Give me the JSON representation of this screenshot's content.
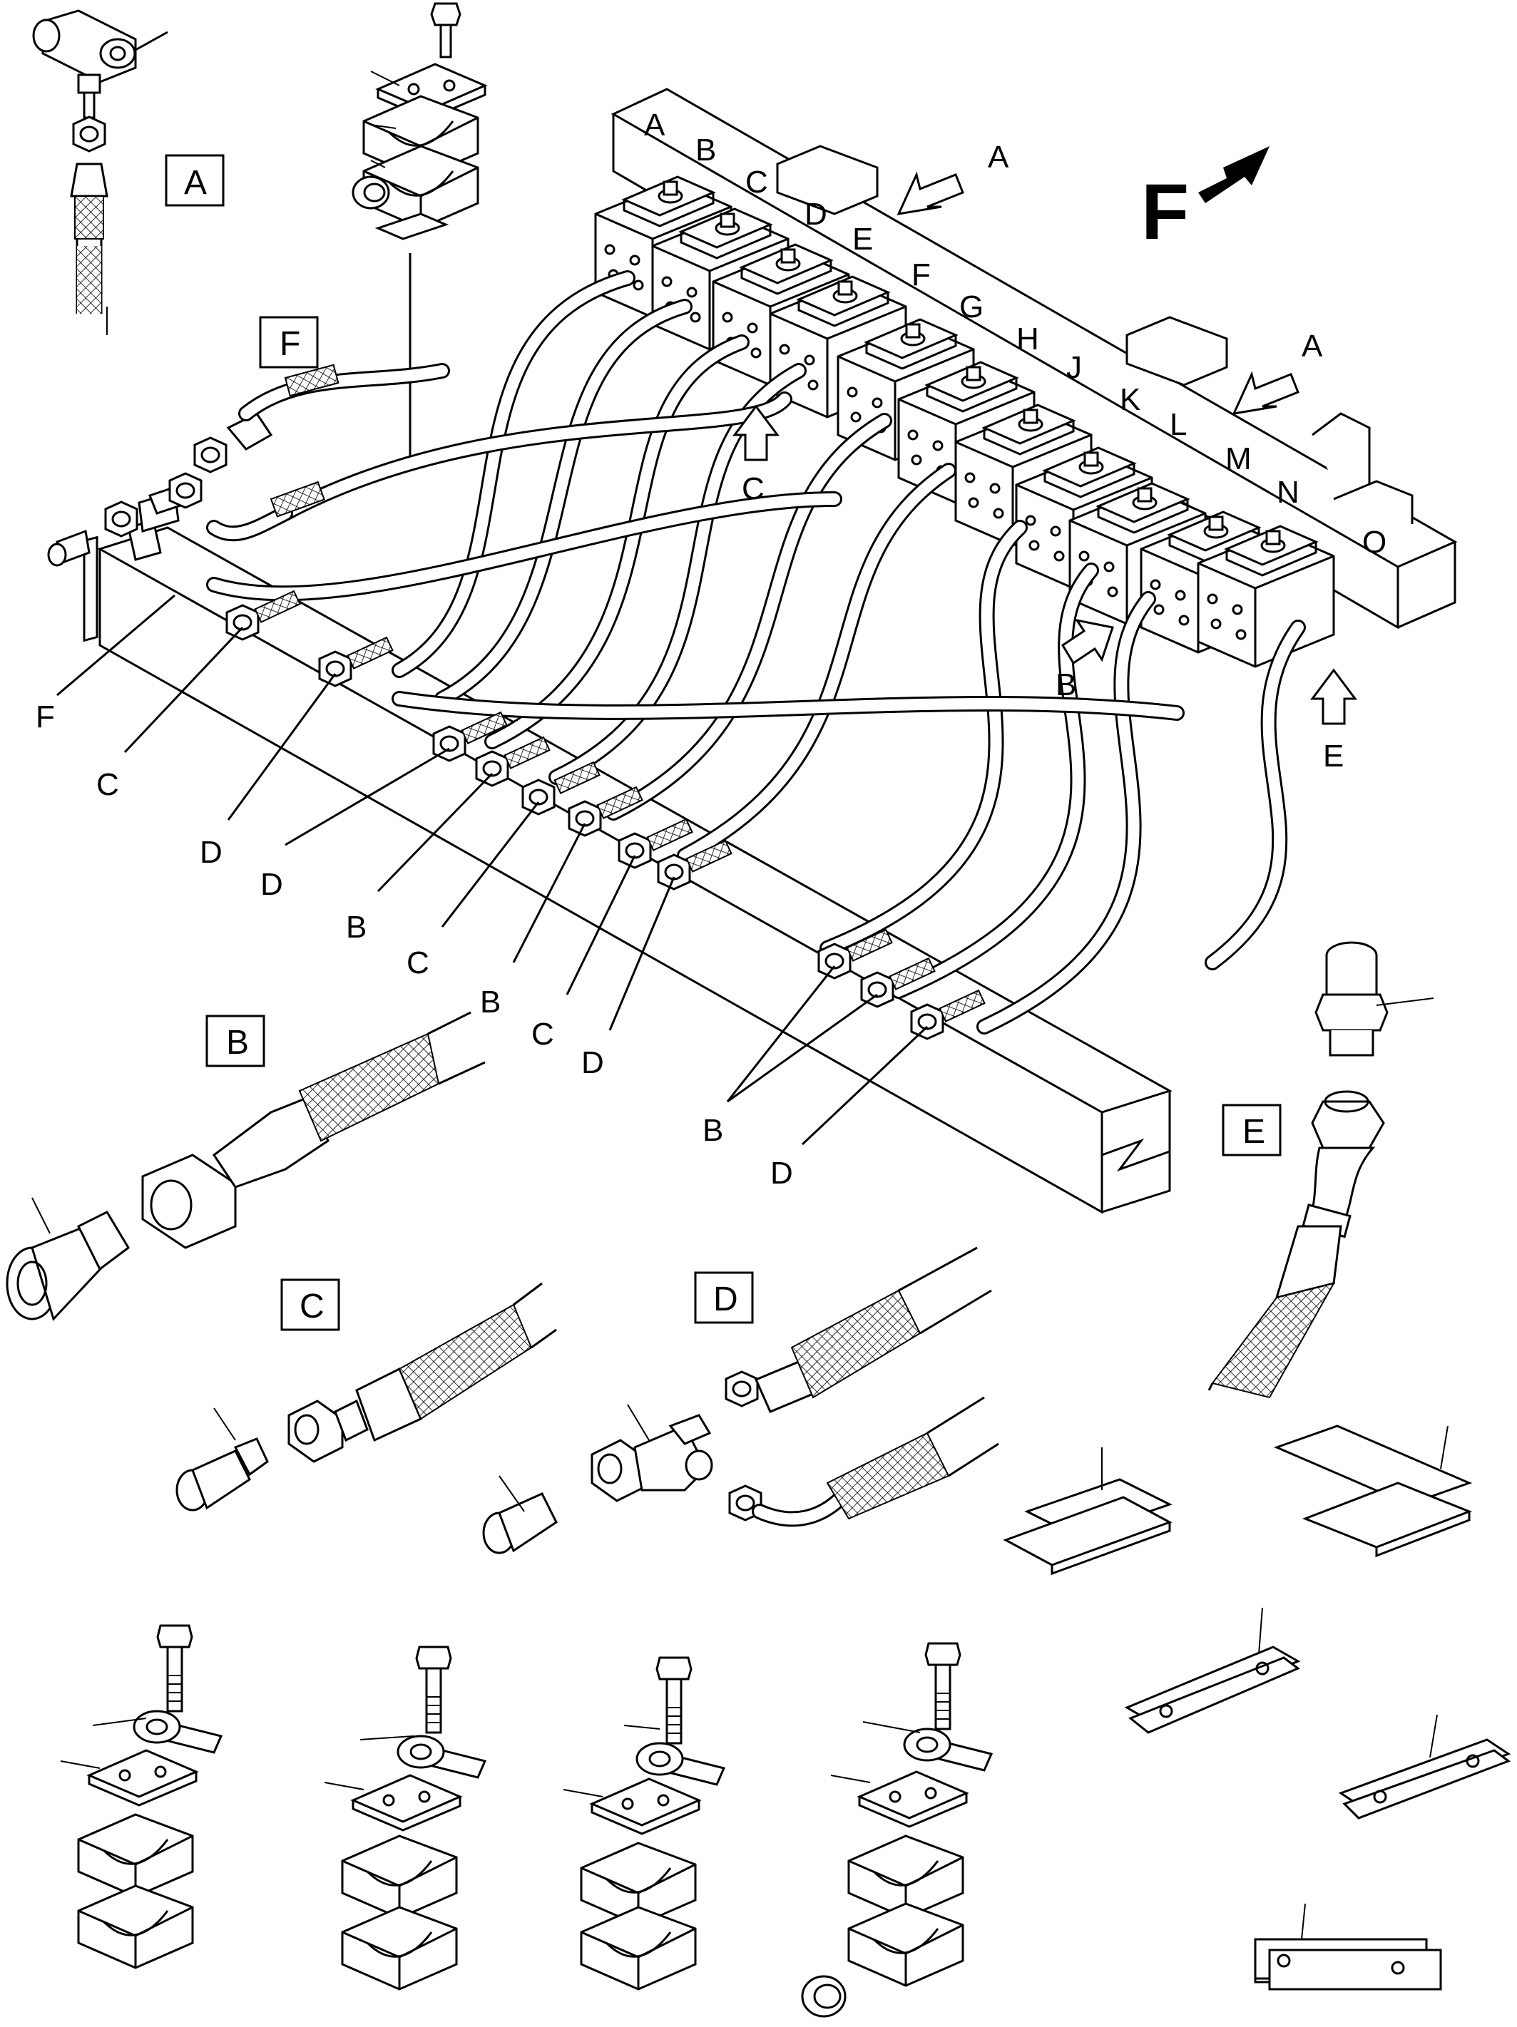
{
  "diagram": {
    "direction_letter": "F",
    "boxed_labels": [
      "A",
      "F",
      "B",
      "E",
      "C",
      "D"
    ],
    "valve_labels": [
      "A",
      "B",
      "C",
      "D",
      "E",
      "F",
      "G",
      "H",
      "J",
      "K",
      "L",
      "M",
      "N",
      "O"
    ],
    "arrow_labels": {
      "arrow_a_upper": "A",
      "arrow_a_lower": "A",
      "arrow_c": "C",
      "arrow_b": "B",
      "arrow_e": "E"
    },
    "callouts": [
      "F",
      "C",
      "D",
      "D",
      "B",
      "C",
      "B",
      "C",
      "D",
      "B",
      "D"
    ]
  }
}
